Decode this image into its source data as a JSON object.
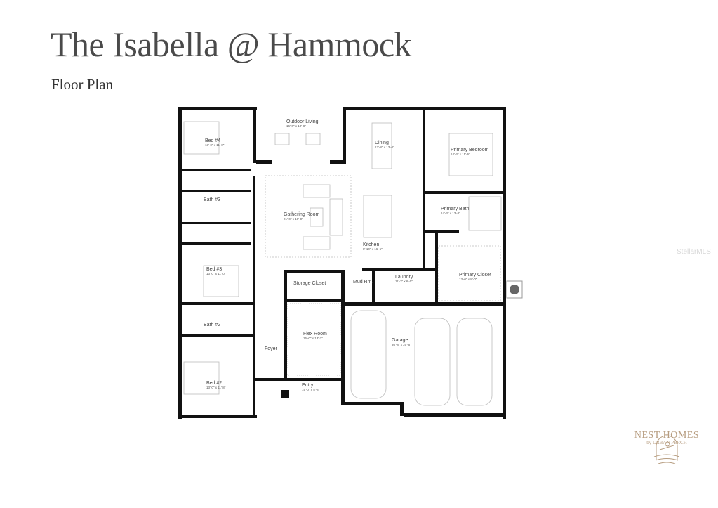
{
  "header": {
    "title": "The Isabella @ Hammock",
    "subtitle": "Floor Plan"
  },
  "rooms": [
    {
      "name": "Bed #4",
      "dims": "13'-0\" x 11'-0\""
    },
    {
      "name": "Outdoor Living",
      "dims": "16'-0\" x 10'-8\""
    },
    {
      "name": "Bath #3",
      "dims": ""
    },
    {
      "name": "Gathering Room",
      "dims": "21'-0\" x 18'-0\""
    },
    {
      "name": "Dining",
      "dims": "13'-8\" x 13'-0\""
    },
    {
      "name": "Primary Bedroom",
      "dims": "14'-3\" x 15'-6\""
    },
    {
      "name": "Primary Bath",
      "dims": "14'-3\" x 13'-8\""
    },
    {
      "name": "Kitchen",
      "dims": "8'-10\" x 16'-5\""
    },
    {
      "name": "Laundry",
      "dims": "11'-3\" x 6'-0\""
    },
    {
      "name": "Primary Closet",
      "dims": "13'-0\" x 8'-0\""
    },
    {
      "name": "Mud Rm.",
      "dims": ""
    },
    {
      "name": "Storage Closet",
      "dims": ""
    },
    {
      "name": "Bed #3",
      "dims": "13'-0\" x 11'-0\""
    },
    {
      "name": "Bath #2",
      "dims": ""
    },
    {
      "name": "Flex Room",
      "dims": "16'-0\" x 13'-7\""
    },
    {
      "name": "Foyer",
      "dims": ""
    },
    {
      "name": "Entry",
      "dims": "15'-0\" x 5'-8\""
    },
    {
      "name": "Bed #2",
      "dims": "13'-0\" x 11'-8\""
    },
    {
      "name": "Garage",
      "dims": "36'-8\" x 20'-6\""
    }
  ],
  "watermark": "StellarMLS",
  "logo": {
    "name": "NEST HOMES",
    "byline": "by URBAN PERCH"
  }
}
